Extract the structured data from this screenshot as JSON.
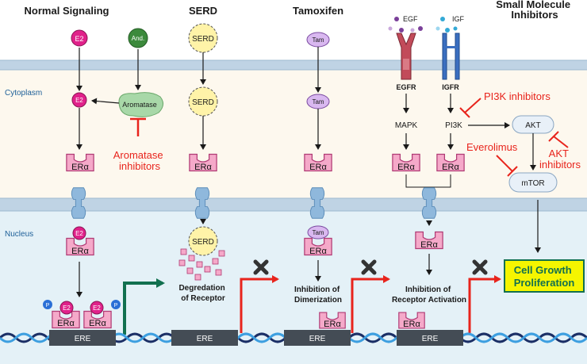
{
  "columns": {
    "normal": "Normal Signaling",
    "serd": "SERD",
    "tamoxifen": "Tamoxifen",
    "small_molecule": "Small Molecule Inhibitors"
  },
  "compartments": {
    "cytoplasm": "Cytoplasm",
    "nucleus": "Nucleus"
  },
  "labels": {
    "e2": "E2",
    "and": "And.",
    "aromatase": "Aromatase",
    "aromatase_inhibitors": "Aromatase inhibitors",
    "era": "ERα",
    "serd": "SERD",
    "tam": "Tam",
    "egf": "EGF",
    "igf": "IGF",
    "egfr": "EGFR",
    "igfr": "IGFR",
    "mapk": "MAPK",
    "pi3k": "PI3K",
    "akt": "AKT",
    "mtor": "mTOR",
    "pi3k_inhibitors": "PI3K inhibitors",
    "everolimus": "Everolimus",
    "akt_inhibitors": "AKT inhibitors",
    "p": "P",
    "degradation": "Degredation of Receptor",
    "dimerization": "Inhibition of Dimerization",
    "activation": "Inhibition of Receptor Activation",
    "cell_growth": "Cell Growth Proliferation",
    "ere": "ERE"
  },
  "colors": {
    "membrane": "#bfd3e4",
    "cytoplasm_bg": "#fdf8ee",
    "nucleus_bg": "#e4f1f7",
    "era_fill": "#f5a9c9",
    "e2_fill": "#e0218a",
    "inhibitor_red": "#e8241c",
    "activation_green": "#12704f",
    "result_yellow": "#f5f500"
  }
}
